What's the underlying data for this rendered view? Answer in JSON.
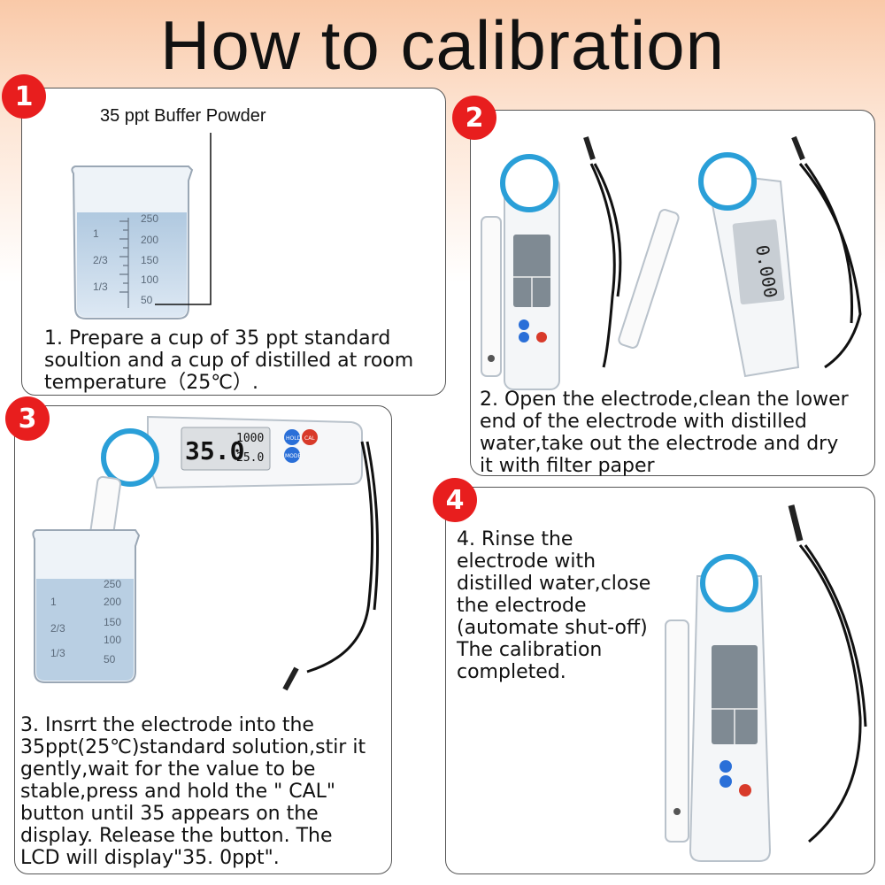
{
  "title": "How to calibration",
  "steps": [
    {
      "number": "1",
      "label": "35 ppt Buffer Powder",
      "text": "1. Prepare a cup of 35 ppt standard\nsoultion and a cup of distilled at room\ntemperature（25℃）."
    },
    {
      "number": "2",
      "text": "2.  Open the electrode,clean the lower\nend of the electrode with distilled\nwater,take out the electrode and dry\nit with filter paper"
    },
    {
      "number": "3",
      "text": "3. Insrrt the electrode into the\n35ppt(25℃)standard solution,stir it\ngently,wait for the value to be\nstable,press and hold the \" CAL\"\nbutton until 35 appears on the\ndisplay. Release the button. The\nLCD will display\"35. 0ppt\"."
    },
    {
      "number": "4",
      "text": "4. Rinse the\nelectrode with\ndistilled water,close\nthe electrode\n(automate shut-off)\nThe calibration\ncompleted."
    }
  ],
  "beaker": {
    "marks": [
      "250",
      "200",
      "150",
      "100",
      "50"
    ],
    "fractions": [
      "1",
      "2/3",
      "1/3"
    ]
  },
  "display": {
    "main": "35.0",
    "top": "1000",
    "bottom": "25.0"
  },
  "buttons": {
    "hold": "HOLD",
    "cal": "CAL",
    "mode": "MODE"
  },
  "colors": {
    "badge": "#e81e1e",
    "meter_accent": "#2a9fd8"
  }
}
